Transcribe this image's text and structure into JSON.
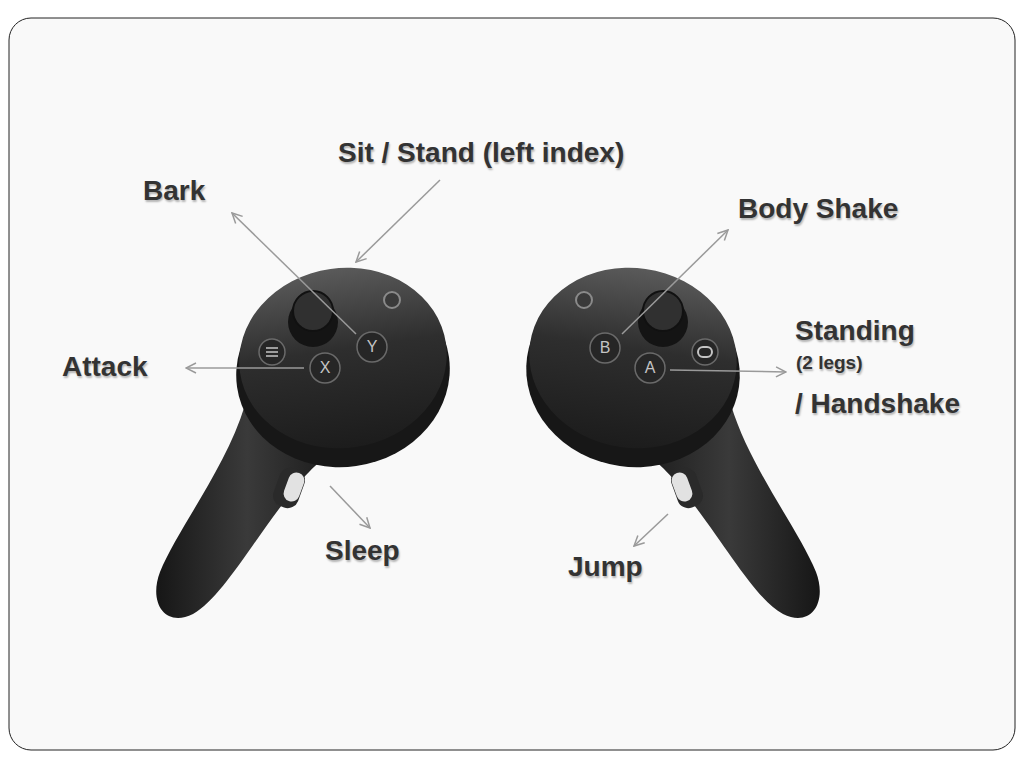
{
  "diagram": {
    "labels": [
      "Sit / Stand (left index)",
      "Bark",
      "Attack",
      "Sleep",
      "Body Shake",
      "Standing",
      "(2 legs)",
      "/ Handshake",
      "Jump",
      "Y",
      "X",
      "B",
      "A"
    ]
  }
}
